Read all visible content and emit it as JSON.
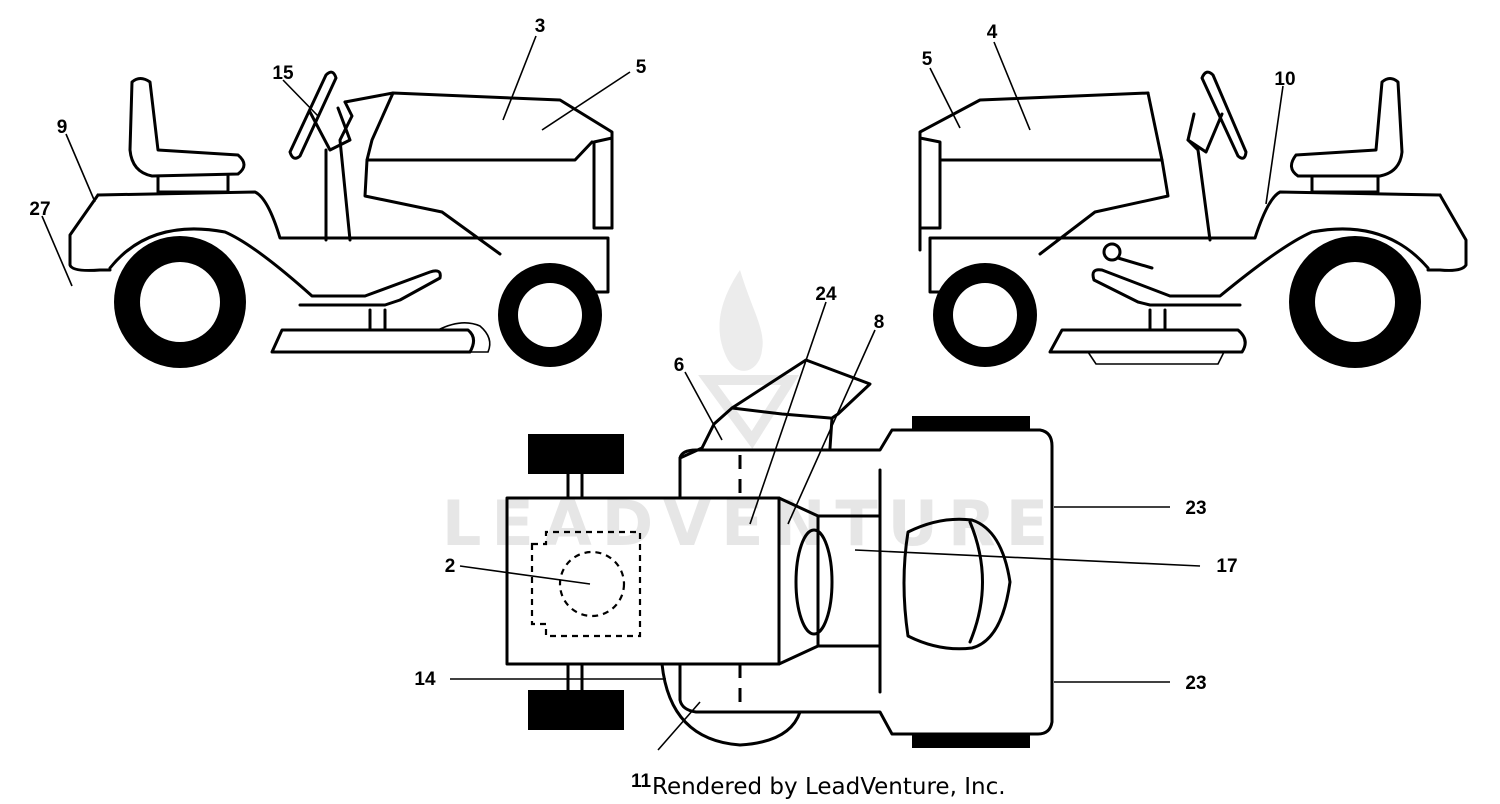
{
  "callouts": [
    {
      "id": "c3",
      "text": "3"
    },
    {
      "id": "c5a",
      "text": "5"
    },
    {
      "id": "c15",
      "text": "15"
    },
    {
      "id": "c9",
      "text": "9"
    },
    {
      "id": "c27",
      "text": "27"
    },
    {
      "id": "c4",
      "text": "4"
    },
    {
      "id": "c5b",
      "text": "5"
    },
    {
      "id": "c10",
      "text": "10"
    },
    {
      "id": "c24",
      "text": "24"
    },
    {
      "id": "c8",
      "text": "8"
    },
    {
      "id": "c6",
      "text": "6"
    },
    {
      "id": "c2",
      "text": "2"
    },
    {
      "id": "c14",
      "text": "14"
    },
    {
      "id": "c23a",
      "text": "23"
    },
    {
      "id": "c17",
      "text": "17"
    },
    {
      "id": "c23b",
      "text": "23"
    },
    {
      "id": "c11",
      "text": "11"
    }
  ],
  "watermark": "LEADVENTURE",
  "credit": "Rendered by LeadVenture, Inc."
}
